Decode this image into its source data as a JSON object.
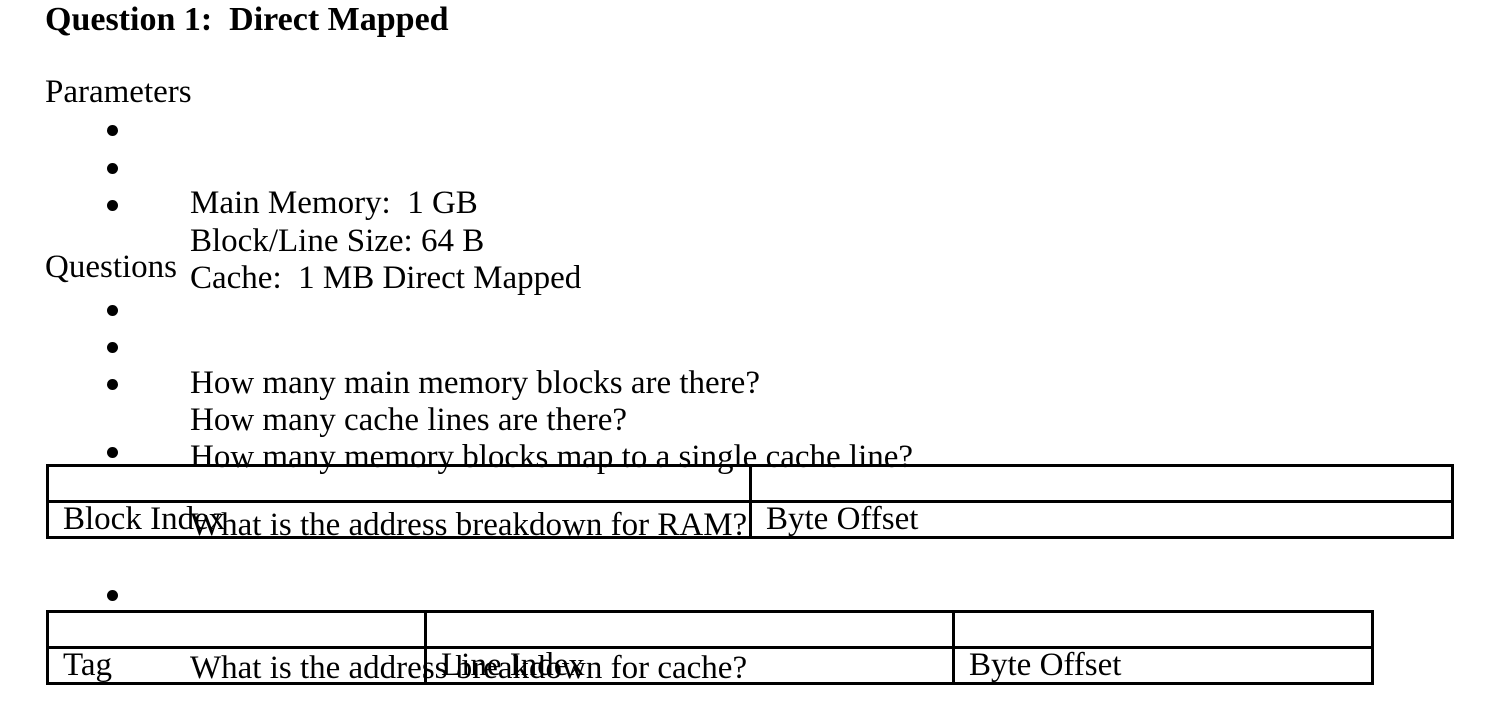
{
  "document": {
    "title": "Question 1:  Direct Mapped",
    "parameters": {
      "heading": "Parameters",
      "items": [
        "Main Memory:  1 GB",
        "Block/Line Size: 64 B",
        "Cache:  1 MB Direct Mapped"
      ]
    },
    "questions": {
      "heading": "Questions",
      "items": [
        "How many main memory blocks are there?",
        "How many cache lines are there?",
        "How many memory blocks map to a single cache line?"
      ]
    },
    "ram_address": {
      "question": "What is the address breakdown for RAM?",
      "table_labels": [
        "Block Index",
        "Byte Offset"
      ]
    },
    "cache_address": {
      "question": "What is the address breakdown for cache?",
      "table_labels": [
        "Tag",
        "Line Index",
        "Byte Offset"
      ]
    }
  },
  "colors": {
    "text": "#000000",
    "background": "#ffffff",
    "table_border": "#000000"
  }
}
